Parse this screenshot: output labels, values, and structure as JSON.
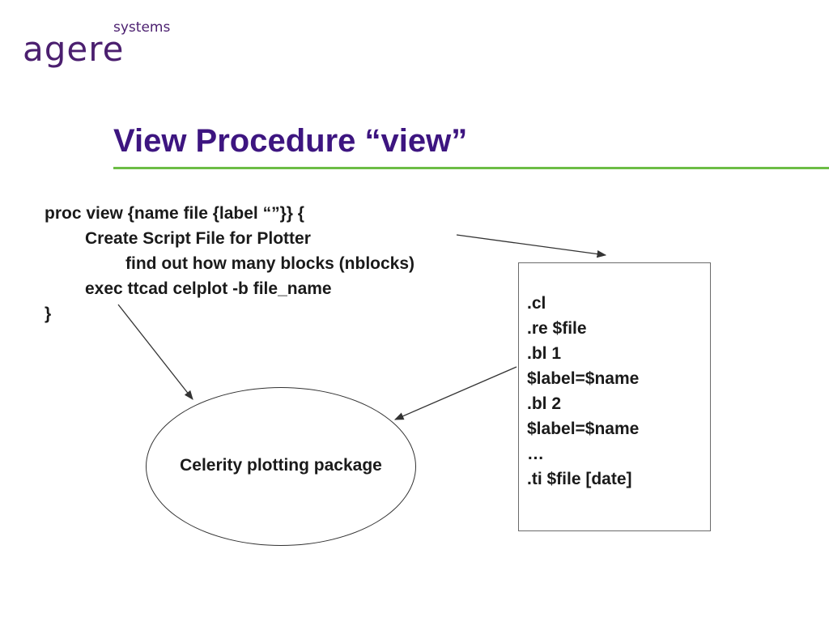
{
  "logo": {
    "wordmark": "agere",
    "subtext": "systems"
  },
  "title": "View Procedure “view”",
  "code": {
    "lines": [
      "proc view {name file {label “”}} {",
      "Create Script File for Plotter",
      "find out how many blocks (nblocks)",
      "exec ttcad celplot -b file_name",
      "}"
    ]
  },
  "script_box": {
    "lines": [
      ".cl",
      ".re $file",
      ".bl 1",
      "$label=$name",
      ".bl 2",
      "$label=$name",
      "…",
      ".ti $file [date]"
    ]
  },
  "ellipse": {
    "label": "Celerity plotting package"
  },
  "colors": {
    "title": "#3d1580",
    "rule": "#6cbd45",
    "logo": "#4b1f6f"
  }
}
